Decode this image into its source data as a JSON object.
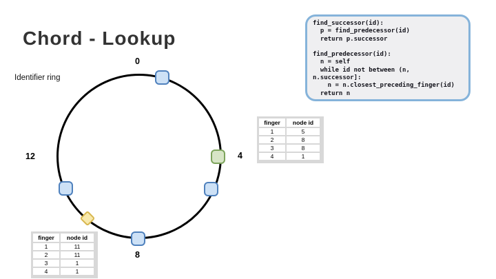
{
  "slide": {
    "title": "Chord - Lookup",
    "subtitle": "Identifier ring"
  },
  "ring": {
    "position_labels": [
      "0",
      "4",
      "8",
      "12"
    ],
    "nodes": [
      {
        "name": "node-1",
        "shape": "rounded-square",
        "color": "blue"
      },
      {
        "name": "node-4",
        "shape": "rounded-square",
        "color": "green"
      },
      {
        "name": "node-5",
        "shape": "rounded-square",
        "color": "blue"
      },
      {
        "name": "node-8",
        "shape": "rounded-square",
        "color": "blue"
      },
      {
        "name": "node-11",
        "shape": "rounded-square",
        "color": "blue"
      },
      {
        "name": "key-marker",
        "shape": "diamond",
        "color": "yellow"
      }
    ]
  },
  "code_box": {
    "lines": [
      "find_successor(id):",
      "  p = find_predecessor(id)",
      "  return p.successor",
      "",
      "find_predecessor(id):",
      "  n = self",
      "  while id not between (n,",
      "n.successor]:",
      "    n = n.closest_preceding_finger(id)",
      "  return n"
    ]
  },
  "finger_tables": {
    "headers": [
      "finger",
      "node id"
    ],
    "node4_table": {
      "rows": [
        [
          "1",
          "5"
        ],
        [
          "2",
          "8"
        ],
        [
          "3",
          "8"
        ],
        [
          "4",
          "1"
        ]
      ]
    },
    "node8_table": {
      "rows": [
        [
          "1",
          "11"
        ],
        [
          "2",
          "11"
        ],
        [
          "3",
          "1"
        ],
        [
          "4",
          "1"
        ]
      ]
    }
  },
  "colors": {
    "ring_stroke": "#000000",
    "node_blue_fill": "#cde1f6",
    "node_blue_border": "#4f81bd",
    "node_green_fill": "#d7e5c6",
    "node_green_border": "#7da45c",
    "key_yellow_fill": "#f8e9ac",
    "key_yellow_border": "#d8b74f",
    "code_box_bg": "#efeff1",
    "code_box_border": "#85b3da",
    "table_bg": "#d8d8d8"
  }
}
